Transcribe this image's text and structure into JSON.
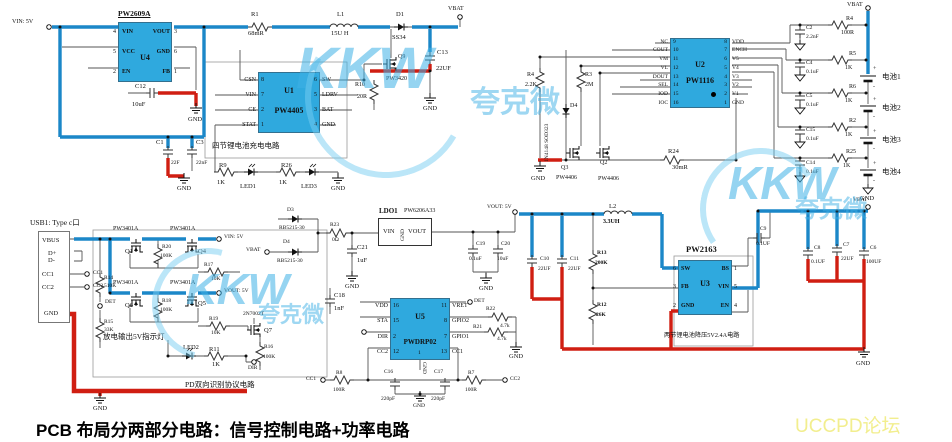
{
  "page": {
    "title": "PCB 布局分两部分电路：信号控制电路+功率电路",
    "forum": "UCCPD论坛"
  },
  "watermark": {
    "logo": "KKW",
    "name": "夸克微"
  },
  "nodes": {
    "vin5v": "VIN: 5V",
    "vbat": "VBAT",
    "vout5v": "VOUT: 5V",
    "gnd": "GND",
    "det": "DET",
    "dir": "DIR",
    "cc1": "CC1",
    "cc2": "CC2",
    "plus": "+",
    "minus": "-"
  },
  "captions": {
    "charger": "四节锂电池充电电路",
    "indicator": "放电输出5V指示灯",
    "pd": "PD双向识别协议电路",
    "buck": "两节锂电池降压5V2.4A电路",
    "usb": "USB1: Type c口"
  },
  "usb_pins": [
    "VBUS",
    "D+",
    "D-",
    "CC1",
    "CC2",
    "GND"
  ],
  "batteries": [
    "电池1",
    "电池2",
    "电池3",
    "电池4"
  ],
  "ics": {
    "u4": {
      "title": "PW2609A",
      "name": "U4",
      "ln": [
        "4",
        "5",
        "2"
      ],
      "lp": [
        "VIN",
        "VCC",
        "EN"
      ],
      "rn": [
        "3",
        "6",
        "1"
      ],
      "rp": [
        "VOUT",
        "GND",
        "FB"
      ]
    },
    "u1": {
      "name": "U1",
      "part": "PW4405",
      "ln": [
        "8",
        "7",
        "2",
        "1"
      ],
      "lp": [
        "CSN",
        "VIN",
        "CE",
        "STAT"
      ],
      "rn": [
        "6",
        "5",
        "3",
        "4"
      ],
      "rp": [
        "SW",
        "LDRV",
        "BAT",
        "GND"
      ]
    },
    "u2": {
      "name": "U2",
      "part": "PW1116",
      "ln": [
        "9",
        "10",
        "11",
        "12",
        "13",
        "14",
        "15",
        "16"
      ],
      "lp": [
        "NC",
        "COUT",
        "VM",
        "VL",
        "DOUT",
        "SEL",
        "IOD",
        "IOC"
      ],
      "rn": [
        "8",
        "7",
        "6",
        "5",
        "4",
        "3",
        "2",
        "1"
      ],
      "rp": [
        "VDD",
        "ENCH",
        "V5",
        "V4",
        "V3",
        "V2",
        "V1",
        "GND"
      ]
    },
    "u5": {
      "name": "U5",
      "part": "PWDRP02",
      "ln": [
        "16",
        "15",
        "2",
        "12"
      ],
      "lp": [
        "VDD",
        "STA",
        "DIR",
        "CC2"
      ],
      "rn": [
        "11",
        "8",
        "7",
        "13"
      ],
      "rp": [
        "VRET",
        "GPIO2",
        "GPIO1",
        "CC1"
      ],
      "bn": "1",
      "bp": "GND"
    },
    "u3": {
      "title": "PW2163",
      "name": "U3",
      "ln": [
        "6",
        "3",
        "2"
      ],
      "lp": [
        "SW",
        "FB",
        "GND"
      ],
      "rn": [
        "1",
        "5",
        "4"
      ],
      "rp": [
        "BS",
        "VIN",
        "EN"
      ]
    },
    "ldo": {
      "ref": "LDO1",
      "part": "PW6206A33",
      "vin": "VIN",
      "vout": "VOUT",
      "gnd": "GND"
    }
  },
  "comps": {
    "r1": [
      "R1",
      "68mR"
    ],
    "l1": [
      "L1",
      "15U H"
    ],
    "d1": [
      "D1",
      "SS34"
    ],
    "c12": [
      "C12",
      "10uF"
    ],
    "c1": [
      "C1",
      "22F"
    ],
    "c3": [
      "C3",
      "22nF"
    ],
    "r9": [
      "R9",
      "1K"
    ],
    "led1": [
      "LED1"
    ],
    "r26": [
      "R26",
      "1K"
    ],
    "led3": [
      "LED3"
    ],
    "q9": [
      "Q9",
      "PW3420"
    ],
    "r10": [
      "R10",
      "20R"
    ],
    "c13": [
      "C13",
      "22UF"
    ],
    "r4a": [
      "R4",
      "2.2K"
    ],
    "r3": [
      "R3",
      "2M"
    ],
    "d4a": [
      "D4",
      "1N4148 SOD323"
    ],
    "q3": [
      "Q3",
      "PW4406"
    ],
    "q2": [
      "Q2",
      "PW4406"
    ],
    "r24": [
      "R24",
      "30mR"
    ],
    "r4b": [
      "R4",
      "100R"
    ],
    "c2": [
      "C2",
      "2.2nF"
    ],
    "r5": [
      "R5",
      "1K"
    ],
    "c4": [
      "C4",
      "0.1uF"
    ],
    "r6": [
      "R6",
      "1K"
    ],
    "c5": [
      "C5",
      "0.1uF"
    ],
    "r2": [
      "R2",
      "1K"
    ],
    "c15": [
      "C15",
      "0.1uF"
    ],
    "r25": [
      "R25",
      "1K"
    ],
    "c14": [
      "C14",
      "0.1uF"
    ],
    "r14": [
      "R14",
      "510K"
    ],
    "r15": [
      "R15",
      "33K"
    ],
    "q1": [
      "Q1",
      "PW3401A"
    ],
    "q4": [
      "Q4",
      "PW3401A"
    ],
    "q6": [
      "Q6",
      "PW3401A"
    ],
    "q5": [
      "Q5",
      "PW3401A"
    ],
    "r20": [
      "R20",
      "100K"
    ],
    "r18": [
      "R18",
      "100K"
    ],
    "r17": [
      "R17",
      "10K"
    ],
    "r19": [
      "R19",
      "10K"
    ],
    "led2": [
      "LED2"
    ],
    "r11": [
      "R11",
      "1K"
    ],
    "q7": [
      "Q7",
      "2N7002T"
    ],
    "r16": [
      "R16",
      "100K"
    ],
    "d3": [
      "D3",
      "RB5215-30"
    ],
    "d4b": [
      "D4",
      "RB5215-30"
    ],
    "r23": [
      "R23",
      "0Ω"
    ],
    "c21": [
      "C21",
      "1uF"
    ],
    "c19": [
      "C19",
      "0.1uF"
    ],
    "c20": [
      "C20",
      "10uF"
    ],
    "c18": [
      "C18",
      "1nF"
    ],
    "r22": [
      "R22",
      "4.7k"
    ],
    "r21": [
      "R21",
      "4.7k"
    ],
    "c16": [
      "C16",
      "220pF"
    ],
    "c17": [
      "C17",
      "220pF"
    ],
    "r8": [
      "R8",
      "100R"
    ],
    "r7": [
      "R7",
      "100R"
    ],
    "c10": [
      "C10",
      "22UF"
    ],
    "c11": [
      "C11",
      "22UF"
    ],
    "r13": [
      "R13",
      "200K"
    ],
    "r12": [
      "R12",
      "26K"
    ],
    "l2": [
      "L2",
      "3.3UH"
    ],
    "c9": [
      "C9",
      "0.1UF"
    ],
    "c8": [
      "C8",
      "0.1UF"
    ],
    "c7": [
      "C7",
      "22UF"
    ],
    "c6": [
      "C6",
      "100UF"
    ]
  }
}
